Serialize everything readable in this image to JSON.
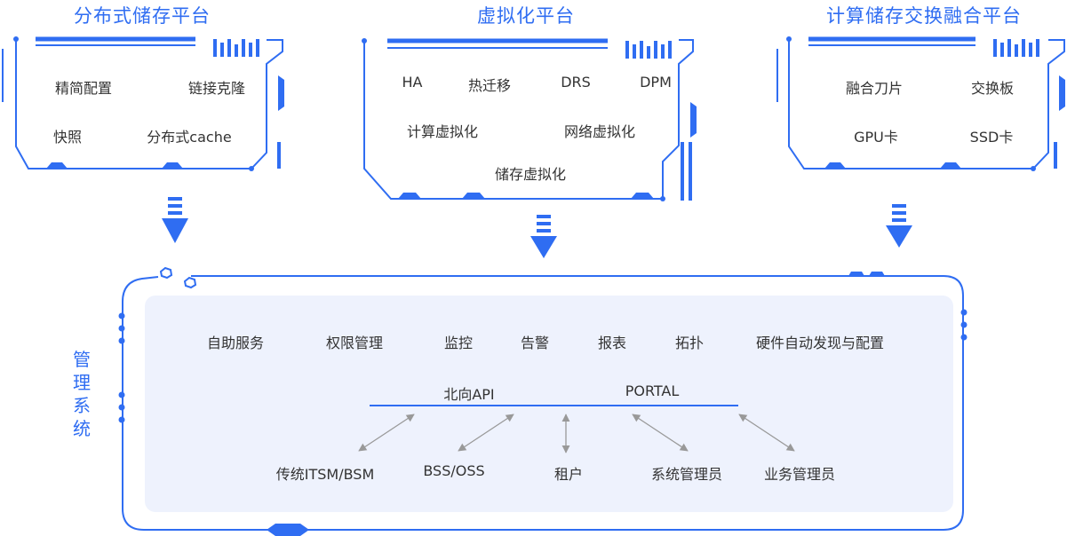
{
  "platforms": [
    {
      "title": "分布式储存平台",
      "items": [
        "精简配置",
        "链接克隆",
        "快照",
        "分布式cache"
      ]
    },
    {
      "title": "虚拟化平台",
      "items": [
        "HA",
        "热迁移",
        "DRS",
        "DPM",
        "计算虚拟化",
        "网络虚拟化",
        "储存虚拟化"
      ]
    },
    {
      "title": "计算储存交换融合平台",
      "items": [
        "融合刀片",
        "交换板",
        "GPU卡",
        "SSD卡"
      ]
    }
  ],
  "management": {
    "title": "管理系统",
    "functions": [
      "自助服务",
      "权限管理",
      "监控",
      "告警",
      "报表",
      "拓扑",
      "硬件自动发现与配置"
    ],
    "interfaces": [
      "北向API",
      "PORTAL"
    ],
    "users": [
      "传统ITSM/BSM",
      "BSS/OSS",
      "租户",
      "系统管理员",
      "业务管理员"
    ]
  },
  "colors": {
    "accent": "#2f6df2",
    "panel_bg": "#eef2fd",
    "connector": "#999999"
  }
}
